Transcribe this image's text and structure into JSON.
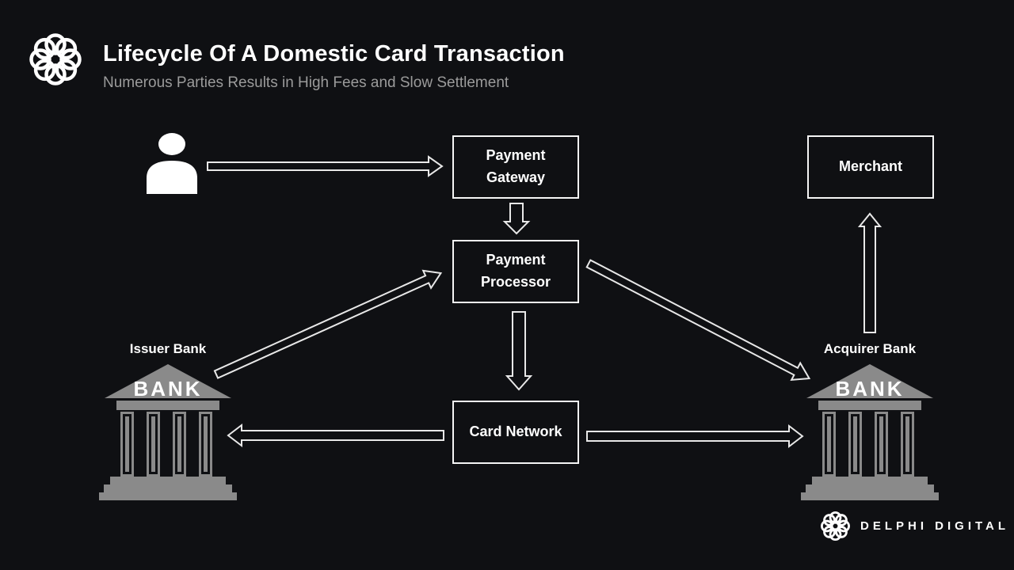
{
  "header": {
    "title": "Lifecycle Of A Domestic Card Transaction",
    "subtitle": "Numerous Parties Results in High Fees and Slow Settlement"
  },
  "diagram": {
    "nodes": {
      "payment_gateway": "Payment Gateway",
      "payment_processor": "Payment Processor",
      "card_network": "Card Network",
      "merchant": "Merchant"
    },
    "banks": {
      "issuer_label": "Issuer Bank",
      "acquirer_label": "Acquirer Bank",
      "building_text": "BANK"
    },
    "edges": [
      {
        "from": "cardholder-person",
        "to": "payment-gateway"
      },
      {
        "from": "payment-gateway",
        "to": "payment-processor"
      },
      {
        "from": "payment-processor",
        "to": "card-network"
      },
      {
        "from": "issuer-bank",
        "to": "payment-processor"
      },
      {
        "from": "payment-processor",
        "to": "acquirer-bank"
      },
      {
        "from": "card-network",
        "to": "issuer-bank"
      },
      {
        "from": "card-network",
        "to": "acquirer-bank"
      },
      {
        "from": "acquirer-bank",
        "to": "merchant"
      }
    ]
  },
  "footer": {
    "brand": "DELPHI DIGITAL"
  },
  "colors": {
    "background": "#0f1013",
    "text_primary": "#ffffff",
    "subtitle_gray": "#9b9b9b",
    "arrow_outline": "#e8e8e8",
    "bank_gray": "#8a8a8a",
    "box_border": "#f5f5f5"
  }
}
